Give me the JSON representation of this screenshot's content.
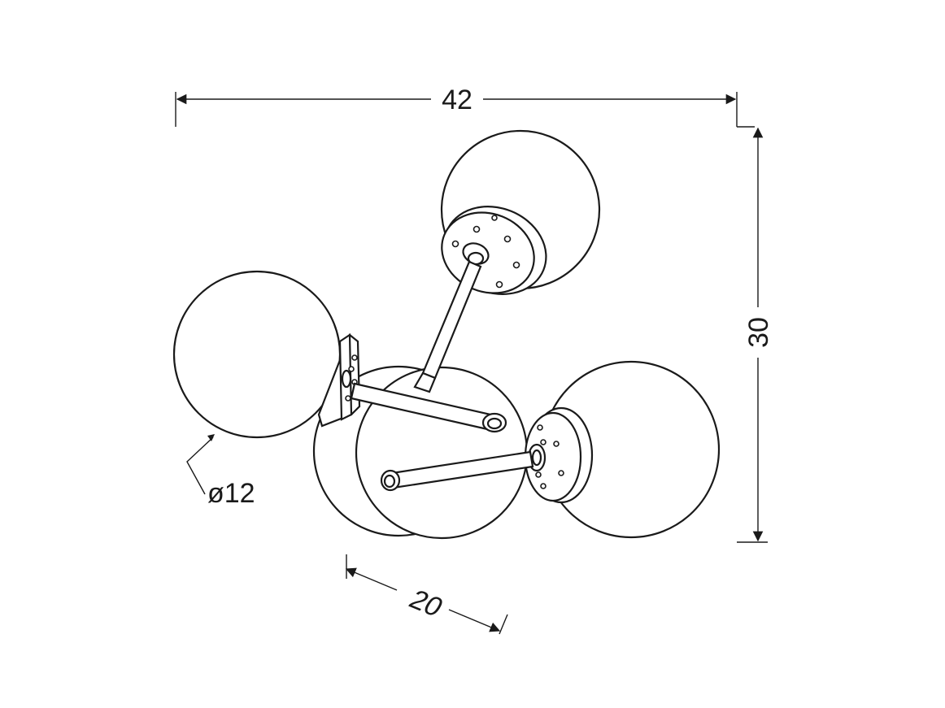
{
  "dimensions": {
    "width_label": "42",
    "height_label": "30",
    "depth_label": "20",
    "globe_diameter_label": "ø12"
  },
  "colors": {
    "stroke": "#1a1a1a",
    "background": "#ffffff"
  }
}
